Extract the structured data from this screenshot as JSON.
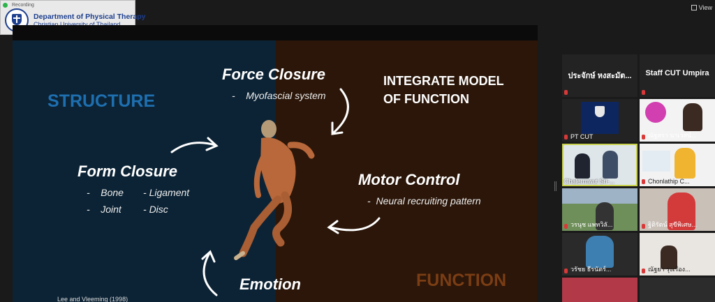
{
  "banner": {
    "recording": "Recording",
    "department": "Department of Physical Therapy",
    "university": "Christian University of Thailand"
  },
  "view_button": "View",
  "slide": {
    "structure": "STRUCTURE",
    "function": "FUNCTION",
    "integrate_line1": "INTEGRATE MODEL",
    "integrate_line2": "OF FUNCTION",
    "force_closure": {
      "title": "Force Closure",
      "items": [
        "Myofascial system"
      ]
    },
    "form_closure": {
      "title": "Form Closure",
      "items": [
        "Bone",
        "Ligament",
        "Joint",
        "Disc"
      ]
    },
    "motor_control": {
      "title": "Motor Control",
      "items": [
        "Neural recruiting pattern"
      ]
    },
    "emotion": {
      "title": "Emotion"
    },
    "citation": "Lee and Vleeming (1998)",
    "colors": {
      "structure_bg": "#0c2335",
      "function_bg": "#2b1609",
      "structure_text": "#1e6fb0",
      "function_text": "#7a3d14"
    }
  },
  "participants": [
    {
      "name": "ประจักษ์ หงสะมัต..."
    },
    {
      "name": "Staff CUT Umpira"
    },
    {
      "name": "PT CUT"
    },
    {
      "name": "ณัฐสรา นาเวสน์..."
    },
    {
      "name": "Chalermwut Sri-..."
    },
    {
      "name": "Chonlathip C..."
    },
    {
      "name": "วรนุช แพทวิลั..."
    },
    {
      "name": "ฐิติรัตน์ สุขีพิเศษ..."
    },
    {
      "name": "วรัชย ธีรนัตร์..."
    },
    {
      "name": "ณัฐยา รุ่งเรือง..."
    }
  ]
}
